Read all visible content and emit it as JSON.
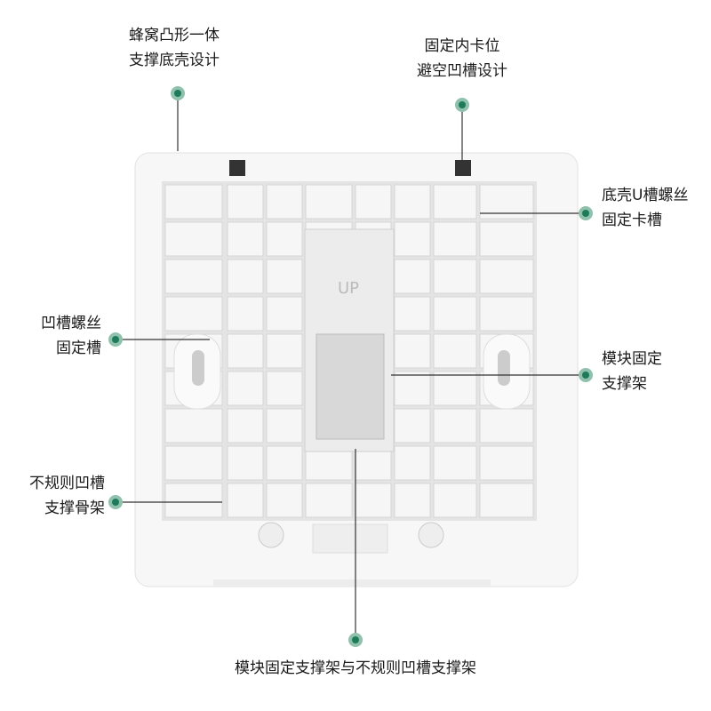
{
  "callouts": {
    "top_left": [
      "蜂窝凸形一体",
      "支撑底壳设计"
    ],
    "top_right": [
      "固定内卡位",
      "避空凹槽设计"
    ],
    "right_upper": [
      "底壳U槽螺丝",
      "固定卡槽"
    ],
    "left_upper": [
      "凹槽螺丝",
      "固定槽"
    ],
    "right_lower": [
      "模块固定",
      "支撑架"
    ],
    "left_lower": [
      "不规则凹槽",
      "支撑骨架"
    ],
    "bottom": "模块固定支撑架与不规则凹槽支撑架"
  },
  "product_marking": "UP",
  "colors": {
    "dot_outer": "#8fc1ad",
    "dot_inner": "#1e7a5a",
    "plate": "#f4f4f4",
    "line": "#333333"
  }
}
